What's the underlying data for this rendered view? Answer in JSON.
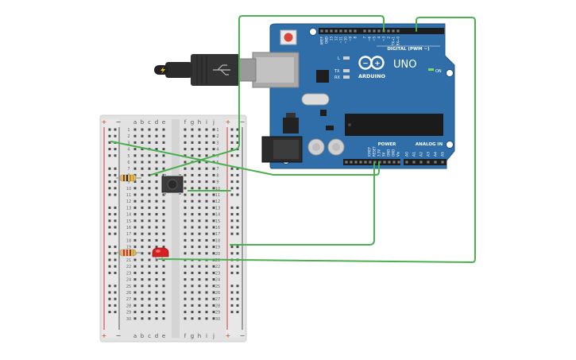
{
  "arduino": {
    "brand": "ARDUINO",
    "model": "UNO",
    "digital_header_label": "DIGITAL (PWM ~)",
    "power_label": "POWER",
    "analog_label": "ANALOG IN",
    "on_label": "ON",
    "l_label": "L",
    "tx_label": "TX",
    "rx_label": "RX",
    "top_pin_labels": [
      "AREF",
      "GND",
      "13",
      "12",
      "~11",
      "~10",
      "~9",
      "8",
      "7",
      "~6",
      "~5",
      "4",
      "~3",
      "2",
      "TX→1",
      "RX←0"
    ],
    "power_pin_labels": [
      "IOREF",
      "RESET",
      "3.3V",
      "5V",
      "GND",
      "GND",
      "Vin"
    ],
    "analog_pin_labels": [
      "A0",
      "A1",
      "A2",
      "A3",
      "A4",
      "A5"
    ]
  },
  "breadboard": {
    "column_labels_left": [
      "a",
      "b",
      "c",
      "d",
      "e"
    ],
    "column_labels_right": [
      "f",
      "g",
      "h",
      "i",
      "j"
    ],
    "rail_plus": "+",
    "rail_minus": "−",
    "row_count": 30
  },
  "colors": {
    "board": "#2f6ea8",
    "wire": "#4caf50",
    "breadboard": "#e3e3e3",
    "rail_red": "#d32f2f",
    "led": "#d32020"
  }
}
